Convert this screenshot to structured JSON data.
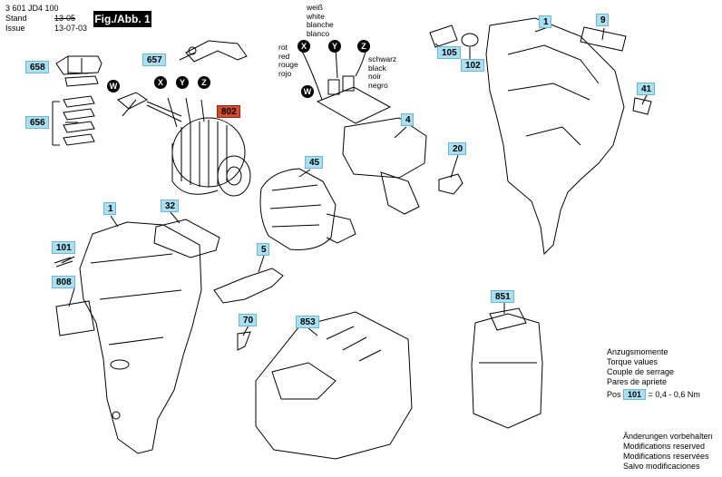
{
  "header": {
    "doc_number": "3 601 JD4 100",
    "stand_label": "Stand",
    "stand_value": "13-05",
    "issue_label": "Issue",
    "issue_value": "13-07-03",
    "figure_label": "Fig./Abb. 1"
  },
  "callouts": {
    "c658": "658",
    "c657": "657",
    "c656": "656",
    "c802": "802",
    "c105": "105",
    "c102": "102",
    "c1_top": "1",
    "c9": "9",
    "c41": "41",
    "c4": "4",
    "c45": "45",
    "c20": "20",
    "c1_left": "1",
    "c32": "32",
    "c101": "101",
    "c808": "808",
    "c5": "5",
    "c70": "70",
    "c851": "851",
    "c853": "853"
  },
  "wires": {
    "left": {
      "w": "W",
      "x": "X",
      "y": "Y",
      "z": "Z"
    },
    "mid": {
      "w": "W",
      "x": "X",
      "y": "Y",
      "z": "Z"
    }
  },
  "wire_colors": {
    "white": [
      "weiß",
      "white",
      "blanche",
      "blanco"
    ],
    "red": [
      "rot",
      "red",
      "rouge",
      "rojo"
    ],
    "black": [
      "schwarz",
      "black",
      "noir",
      "negro"
    ]
  },
  "torque": {
    "lines": [
      "Anzugsmomente",
      "Torque values",
      "Couple de serrage",
      "Pares de apriete"
    ],
    "pos_label": "Pos",
    "pos_value": "101",
    "eq": "=",
    "range_from": "0,4",
    "dash": "-",
    "range_to": "0,6 Nm"
  },
  "footer": {
    "lines": [
      "Änderungen vorbehalten",
      "Modifications reserved",
      "Modifications reservées",
      "Salvo modificaciones"
    ]
  }
}
